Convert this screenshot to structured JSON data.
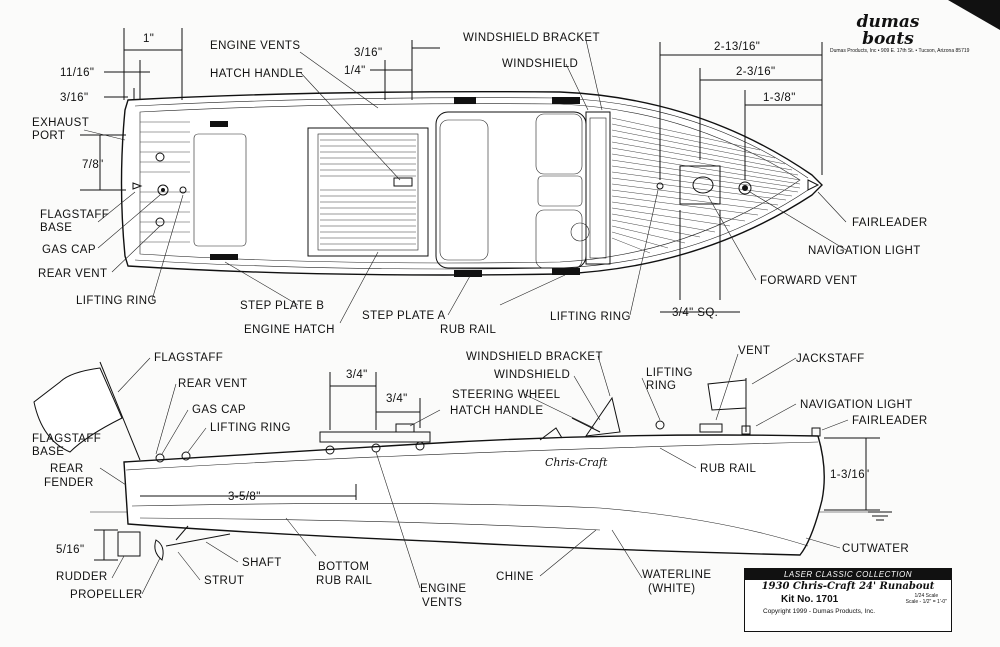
{
  "brand": {
    "logo_line1": "dumas",
    "logo_line2": "boats",
    "address": "Dumas Products, Inc • 909 E. 17th St. • Tucson, Arizona 85719"
  },
  "title_block": {
    "collection": "LASER CLASSIC COLLECTION",
    "model": "1930 Chris-Craft 24' Runabout",
    "kit": "Kit No. 1701",
    "scale1": "1/24 Scale",
    "scale2": "Scale - 1/2\" = 1'-0\"",
    "copyright": "Copyright 1999 - Dumas Products, Inc."
  },
  "hull_script": "Chris-Craft",
  "top_view": {
    "dims": {
      "d1": "1\"",
      "d11_16": "11/16\"",
      "d3_16_left": "3/16\"",
      "d7_8": "7/8\"",
      "d3_16": "3/16\"",
      "d1_4": "1/4\"",
      "d2_13_16": "2-13/16\"",
      "d2_3_16": "2-3/16\"",
      "d1_3_8": "1-3/8\"",
      "d3_4_sq": "3/4\" SQ."
    },
    "labels": {
      "exhaust_port": [
        "EXHAUST",
        "PORT"
      ],
      "flagstaff_base": [
        "FLAGSTAFF",
        "BASE"
      ],
      "gas_cap": "GAS CAP",
      "rear_vent": "REAR VENT",
      "lifting_ring_left": "LIFTING RING",
      "engine_vents": "ENGINE VENTS",
      "hatch_handle": "HATCH HANDLE",
      "step_plate_b": "STEP PLATE B",
      "engine_hatch": "ENGINE HATCH",
      "step_plate_a": "STEP PLATE A",
      "rub_rail": "RUB RAIL",
      "windshield_bracket": "WINDSHIELD BRACKET",
      "windshield": "WINDSHIELD",
      "lifting_ring_right": "LIFTING RING",
      "fairleader": "FAIRLEADER",
      "navigation_light": "NAVIGATION LIGHT",
      "forward_vent": "FORWARD VENT"
    }
  },
  "side_view": {
    "dims": {
      "d3_4_a": "3/4\"",
      "d3_4_b": "3/4\"",
      "d3_5_8": "3-5/8\"",
      "d5_16": "5/16\"",
      "d1_3_16": "1-3/16\""
    },
    "labels": {
      "flagstaff": "FLAGSTAFF",
      "rear_vent": "REAR VENT",
      "gas_cap": "GAS CAP",
      "lifting_ring_left": "LIFTING RING",
      "flagstaff_base": [
        "FLAGSTAFF",
        "BASE"
      ],
      "rear_fender": [
        "REAR",
        "FENDER"
      ],
      "rudder": "RUDDER",
      "propeller": "PROPELLER",
      "strut": "STRUT",
      "shaft": "SHAFT",
      "bottom_rub_rail": [
        "BOTTOM",
        "RUB RAIL"
      ],
      "engine_vents": [
        "ENGINE",
        "VENTS"
      ],
      "chine": "CHINE",
      "waterline": [
        "WATERLINE",
        "(WHITE)"
      ],
      "cutwater": "CUTWATER",
      "steering_wheel": "STEERING WHEEL",
      "hatch_handle": "HATCH HANDLE",
      "windshield_bracket": "WINDSHIELD BRACKET",
      "windshield": "WINDSHIELD",
      "lifting_ring_right": [
        "LIFTING",
        "RING"
      ],
      "vent": "VENT",
      "jackstaff": "JACKSTAFF",
      "navigation_light": "NAVIGATION LIGHT",
      "fairleader": "FAIRLEADER",
      "rub_rail": "RUB RAIL"
    }
  }
}
